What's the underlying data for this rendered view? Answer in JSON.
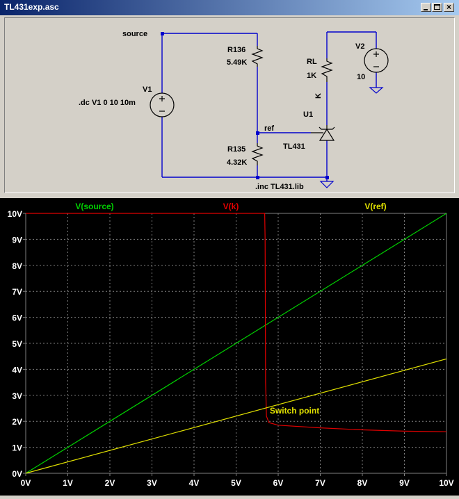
{
  "window": {
    "title": "TL431exp.asc",
    "buttons": [
      "minimize",
      "maximize",
      "close"
    ]
  },
  "schematic": {
    "labels": {
      "source": "source",
      "ref": "ref",
      "v1_name": "V1",
      "v1_value": ".dc V1 0 10 10m",
      "r136_name": "R136",
      "r136_value": "5.49K",
      "r135_name": "R135",
      "r135_value": "4.32K",
      "rl_name": "RL",
      "rl_value": "1K",
      "v2_name": "V2",
      "v2_value": "10",
      "u1_name": "U1",
      "u1_value": "TL431",
      "k_label": "K",
      "directive": ".inc TL431.lib"
    }
  },
  "plot": {
    "traces": [
      {
        "name": "V(source)",
        "color": "#00d000"
      },
      {
        "name": "V(k)",
        "color": "#e00000"
      },
      {
        "name": "V(ref)",
        "color": "#e0e000"
      }
    ],
    "annotation": "Switch point",
    "annotation_color": "#e0e000"
  },
  "chart_data": {
    "type": "line",
    "xlabel": "",
    "ylabel": "",
    "xlim": [
      0,
      10
    ],
    "ylim": [
      0,
      10
    ],
    "grid": true,
    "legend": "top",
    "x_ticks": [
      "0V",
      "1V",
      "2V",
      "3V",
      "4V",
      "5V",
      "6V",
      "7V",
      "8V",
      "9V",
      "10V"
    ],
    "y_ticks": [
      "0V",
      "1V",
      "2V",
      "3V",
      "4V",
      "5V",
      "6V",
      "7V",
      "8V",
      "9V",
      "10V"
    ],
    "series": [
      {
        "name": "V(source)",
        "x": [
          0,
          10
        ],
        "y": [
          0,
          10
        ]
      },
      {
        "name": "V(k)",
        "x": [
          0,
          5.68,
          5.69,
          5.7,
          5.72,
          5.78,
          6.0,
          7.0,
          8.0,
          9.0,
          10.0
        ],
        "y": [
          10,
          10,
          9.0,
          3.5,
          2.2,
          1.95,
          1.85,
          1.75,
          1.67,
          1.62,
          1.6
        ]
      },
      {
        "name": "V(ref)",
        "x": [
          0,
          10
        ],
        "y": [
          0,
          4.4
        ]
      }
    ],
    "annotations": [
      {
        "text": "Switch point",
        "x": 5.8,
        "y": 2.3
      }
    ]
  }
}
